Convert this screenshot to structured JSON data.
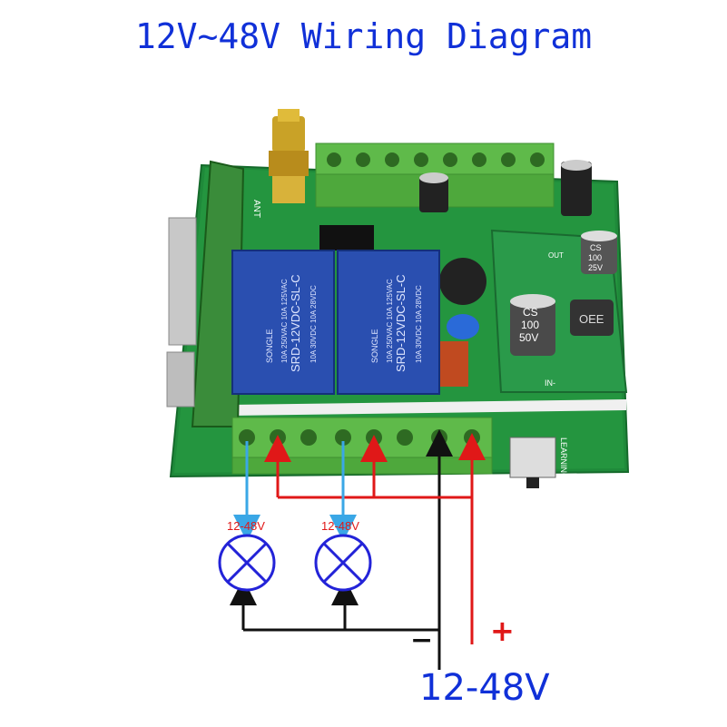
{
  "title": "12V~48V Wiring Diagram",
  "supply": {
    "label": "12-48V",
    "plus": "+",
    "minus": "−"
  },
  "lamps": [
    {
      "label": "12-48V"
    },
    {
      "label": "12-48V"
    }
  ],
  "relays": [
    {
      "brand": "SONGLE",
      "model": "SRD-12VDC-SL-C",
      "rating1": "10A 250VAC 10A 125VAC",
      "rating2": "10A 30VDC 10A 28VDC"
    },
    {
      "brand": "SONGLE",
      "model": "SRD-12VDC-SL-C",
      "rating1": "10A 250VAC 10A 125VAC",
      "rating2": "10A 30VDC 10A 28VDC"
    }
  ],
  "board": {
    "antenna_label": "ANT",
    "learning_label": "LEARNING",
    "capacitor_large": [
      "CS",
      "100",
      "50V"
    ],
    "capacitor_small": [
      "CS",
      "100",
      "25V"
    ],
    "inductor": "OEE",
    "in_label": "IN-",
    "out_label": "OUT"
  },
  "colors": {
    "title": "#1030d8",
    "pcb": "#1f8a3a",
    "relay": "#2a4fb0",
    "terminal": "#5fba4a",
    "wire_positive": "#e01818",
    "wire_negative": "#111111",
    "wire_lamp": "#3aa7e6",
    "lamp": "#2323d8"
  }
}
